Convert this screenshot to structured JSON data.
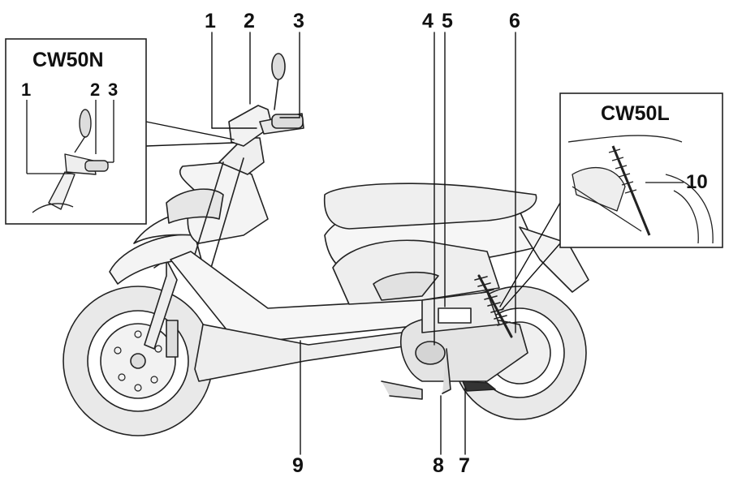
{
  "callouts": {
    "c1": "1",
    "c2": "2",
    "c3": "3",
    "c4": "4",
    "c5": "5",
    "c6": "6",
    "c7": "7",
    "c8": "8",
    "c9": "9"
  },
  "inset_left": {
    "title": "CW50N",
    "n1": "1",
    "n2": "2",
    "n3": "3"
  },
  "inset_right": {
    "title": "CW50L",
    "n10": "10"
  }
}
